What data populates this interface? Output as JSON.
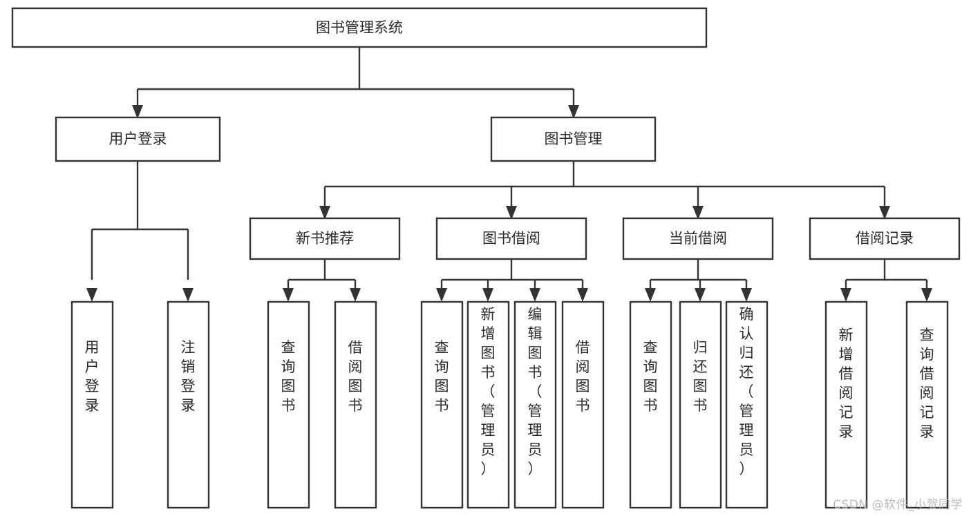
{
  "diagram": {
    "type": "tree-hierarchy",
    "title": "图书管理系统",
    "orientation": "top-down",
    "colors": {
      "box_stroke": "#333333",
      "box_fill": "#ffffff",
      "label_text": "#2b2b2b",
      "connector": "#333333",
      "watermark": "#b9b9b9",
      "background": "#ffffff"
    },
    "nodes": {
      "root": {
        "label": "图书管理系统"
      },
      "level2": [
        {
          "label": "用户登录"
        },
        {
          "label": "图书管理"
        }
      ],
      "level3": [
        {
          "label": "新书推荐"
        },
        {
          "label": "图书借阅"
        },
        {
          "label": "当前借阅"
        },
        {
          "label": "借阅记录"
        }
      ],
      "leaves_user_login": [
        {
          "label": "用户登录"
        },
        {
          "label": "注销登录"
        }
      ],
      "leaves_new_book": [
        {
          "label": "查询图书"
        },
        {
          "label": "借阅图书"
        }
      ],
      "leaves_borrow": [
        {
          "label": "查询图书"
        },
        {
          "label": "新增图书（管理员）"
        },
        {
          "label": "编辑图书（管理员）"
        },
        {
          "label": "借阅图书"
        }
      ],
      "leaves_current": [
        {
          "label": "查询图书"
        },
        {
          "label": "归还图书"
        },
        {
          "label": "确认归还（管理员）"
        }
      ],
      "leaves_record": [
        {
          "label": "新增借阅记录"
        },
        {
          "label": "查询借阅记录"
        }
      ]
    }
  },
  "watermark": {
    "text": "CSDN @软件_小贺同学"
  }
}
